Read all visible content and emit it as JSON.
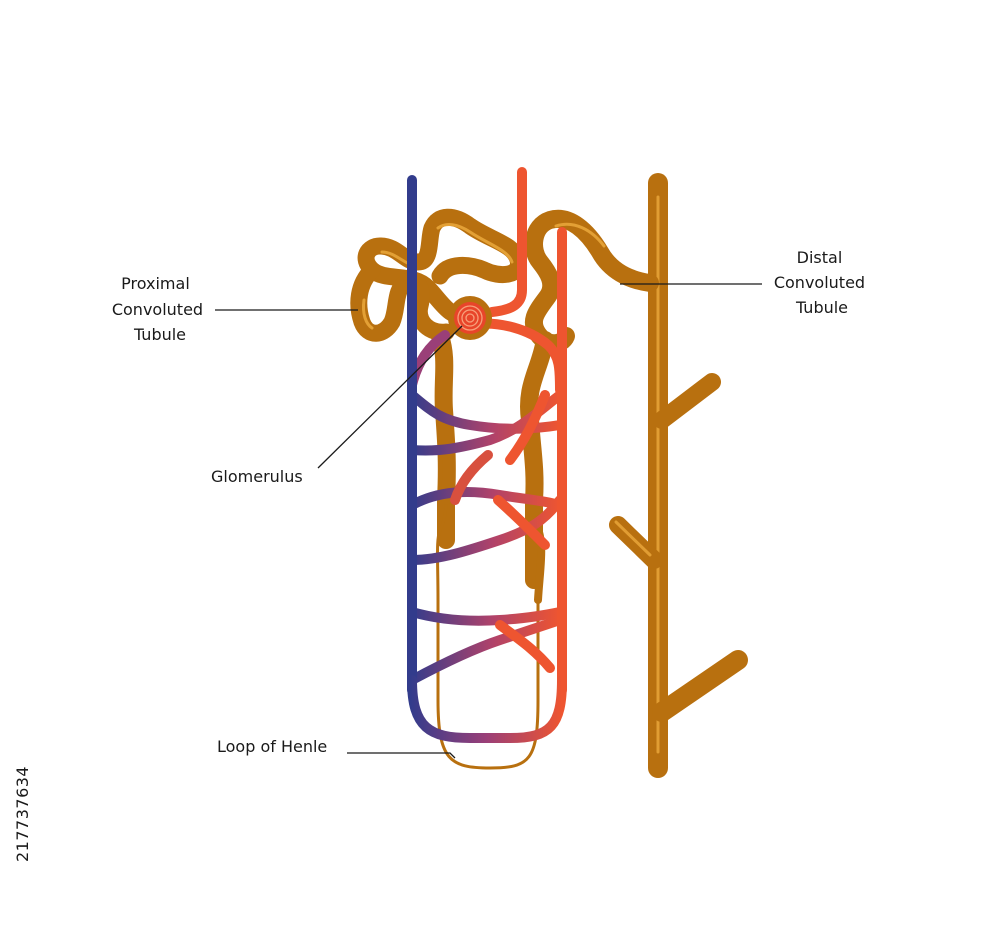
{
  "labels": {
    "proximal": [
      "Proximal",
      "Convoluted",
      "Tubule"
    ],
    "distal": [
      "Distal",
      "Convoluted",
      "Tubule"
    ],
    "glomerulus": "Glomerulus",
    "loop": "Loop of Henle"
  },
  "watermark": "217737634",
  "colors": {
    "tubule": "#B8700F",
    "tubule_highlight": "#E8A53A",
    "artery": "#EE5530",
    "vein": "#323C8C",
    "glomerulus": "#E8452A",
    "leader": "#1a1a1a"
  }
}
